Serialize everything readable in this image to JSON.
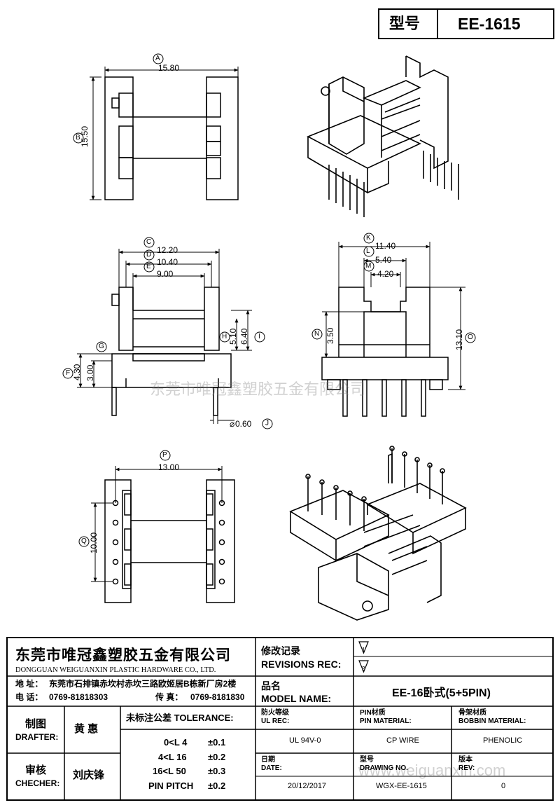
{
  "header": {
    "model_label": "型号",
    "model_value": "EE-1615"
  },
  "dims": {
    "A": "15.80",
    "B": "15.50",
    "C": "12.20",
    "D": "10.40",
    "E": "9.00",
    "F": "4.30",
    "G": "3.00",
    "H": "5.10",
    "I": "6.40",
    "J": "0.60",
    "K": "11.40",
    "L": "5.40",
    "M": "4.20",
    "N": "3.50",
    "O": "13.10",
    "P": "13.00",
    "Q": "10.00"
  },
  "dim_letters": {
    "A": "A",
    "B": "B",
    "C": "C",
    "D": "D",
    "E": "E",
    "F": "F",
    "G": "G",
    "H": "H",
    "I": "I",
    "J": "J",
    "K": "K",
    "L": "L",
    "M": "M",
    "N": "N",
    "O": "O",
    "P": "P",
    "Q": "Q"
  },
  "watermarks": {
    "company": "东莞市唯冠鑫塑胶五金有限公司",
    "site": "www.weiguanxin.com"
  },
  "company": {
    "name_cn": "东莞市唯冠鑫塑胶五金有限公司",
    "name_en": "DONGGUAN WEIGUANXIN PLASTIC HARDWARE CO., LTD.",
    "address_label": "地  址：",
    "address": "东莞市石排镇赤坎村赤坎三路欧姬居B栋新厂房2楼",
    "phone_label": "电  话：",
    "phone": "0769-81818303",
    "fax_label": "传  真：",
    "fax": "0769-8181830"
  },
  "revisions": {
    "label_cn": "修改记录",
    "label_en": "REVISIONS REC:",
    "rev1": "1",
    "rev2": "2"
  },
  "model_name": {
    "label_cn": "品名",
    "label_en": "MODEL NAME:",
    "value": "EE-16卧式(5+5PIN)"
  },
  "drafter": {
    "label_cn": "制图",
    "label_en": "DRAFTER:",
    "name": "黄  惠"
  },
  "checker": {
    "label_cn": "审核",
    "label_en": "CHECHER:",
    "name": "刘庆锋"
  },
  "tolerance": {
    "label_cn": "未标注公差",
    "label_en": "TOLERANCE:",
    "rows": [
      {
        "range": "0<L   4",
        "value": "±0.1"
      },
      {
        "range": "4<L   16",
        "value": "±0.2"
      },
      {
        "range": "16<L   50",
        "value": "±0.3"
      },
      {
        "range": "PIN PITCH",
        "value": "±0.2"
      }
    ]
  },
  "specs": {
    "ul": {
      "label_cn": "防火等级",
      "label_en": "UL REC:",
      "value": "UL 94V-0"
    },
    "pin": {
      "label_cn": "PIN材质",
      "label_en": "PIN MATERIAL:",
      "value": "CP WIRE"
    },
    "bobbin": {
      "label_cn": "骨架材质",
      "label_en": "BOBBIN MATERIAL:",
      "value": "PHENOLIC"
    },
    "date": {
      "label_cn": "日期",
      "label_en": "DATE:",
      "value": "20/12/2017"
    },
    "drawing": {
      "label_cn": "型号",
      "label_en": "DRAWING NO.",
      "value": "WGX-EE-1615"
    },
    "rev": {
      "label_cn": "版本",
      "label_en": "REV:",
      "value": "0"
    }
  },
  "colors": {
    "line": "#000000",
    "watermark": "#8c8c8c"
  }
}
